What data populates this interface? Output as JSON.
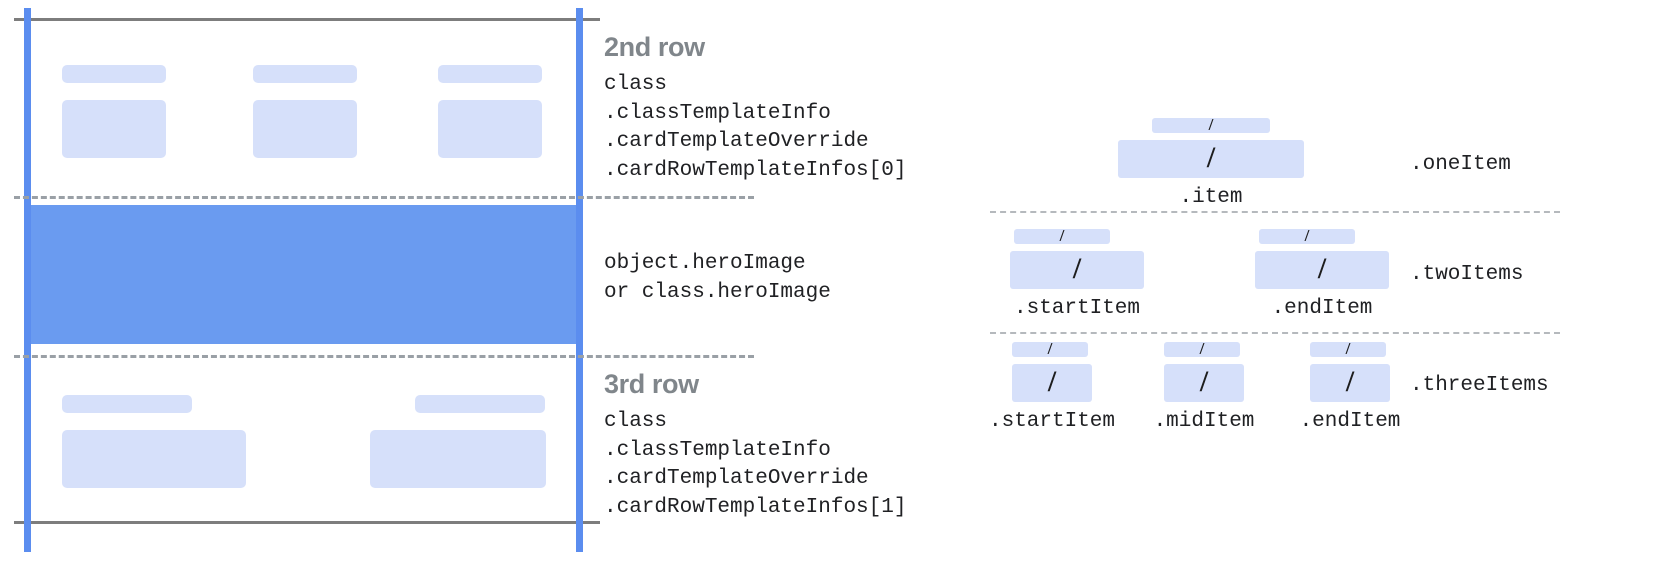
{
  "left_panel": {
    "row2": {
      "heading": "2nd row",
      "code_lines": "class\n.classTemplateInfo\n.cardTemplateOverride\n.cardRowTemplateInfos[0]"
    },
    "hero": {
      "code_lines": "object.heroImage\nor class.heroImage"
    },
    "row3": {
      "heading": "3rd row",
      "code_lines": "class\n.classTemplateInfo\n.cardTemplateOverride\n.cardRowTemplateInfos[1]"
    },
    "colors": {
      "rail": "#5b8def",
      "hero_fill": "#6a9bf0",
      "placeholder": "#d6e0fa",
      "rule": "#7d7d7d",
      "dash_rule": "#9aa0a6",
      "heading_text": "#80868b",
      "code_text": "#202124"
    }
  },
  "right_panel": {
    "slash_glyph": "/",
    "groups": [
      {
        "name": "oneItem",
        "group_label": ".oneItem",
        "slots": [
          {
            "label": ".item"
          }
        ]
      },
      {
        "name": "twoItems",
        "group_label": ".twoItems",
        "slots": [
          {
            "label": ".startItem"
          },
          {
            "label": ".endItem"
          }
        ]
      },
      {
        "name": "threeItems",
        "group_label": ".threeItems",
        "slots": [
          {
            "label": ".startItem"
          },
          {
            "label": ".midItem"
          },
          {
            "label": ".endItem"
          }
        ]
      }
    ]
  }
}
